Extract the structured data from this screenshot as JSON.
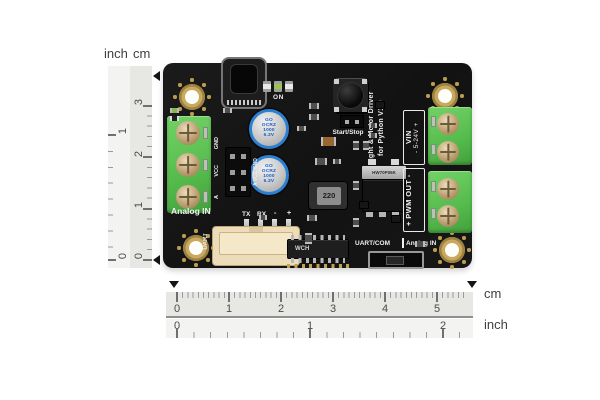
{
  "units": {
    "vertical_left": "inch",
    "vertical_right": "cm",
    "horizontal_top": "cm",
    "horizontal_bottom": "inch"
  },
  "rulers": {
    "v_cm_labels": [
      "3",
      "2",
      "1",
      "0"
    ],
    "v_inch_labels": [
      "1",
      "0"
    ],
    "h_cm_labels": [
      "0",
      "1",
      "2",
      "3",
      "4",
      "5"
    ],
    "h_inch_labels": [
      "0",
      "1",
      "2"
    ]
  },
  "board": {
    "power_label": "ON",
    "button_label": "Start/Stop",
    "title_line1": "Light & Motor Driver",
    "title_line2": "for Python V1.0",
    "vin": {
      "name": "VIN",
      "minus": "-",
      "range": "5-24V",
      "plus": "+"
    },
    "pwm": {
      "name": "PWM OUT",
      "minus": "-",
      "plus": "+"
    },
    "analog_label": "Analog IN",
    "pin_tx": "TX",
    "pin_rx": "RX",
    "pin_minus": "-",
    "pin_plus": "+",
    "terminal_pins": [
      "GND",
      "VCC",
      "A"
    ],
    "jumper_label": "A VCC GND",
    "uart_label": "UART",
    "switch_left": "UART/COM",
    "switch_right": "Analog IN",
    "cap_lines": [
      "GO",
      "OCRZ",
      "1000",
      "6.3V"
    ],
    "inductor_value": "220",
    "mosfet_marking": "HW70P06K",
    "ic_marking": "WCH"
  },
  "colors": {
    "pcb": "#141414",
    "terminal_green": "#55bb4c",
    "capacitor_blue": "#2d7fd2",
    "gold": "#c9a95e",
    "silk_white": "#efefef",
    "ruler_gray": "#e7e7e4"
  }
}
